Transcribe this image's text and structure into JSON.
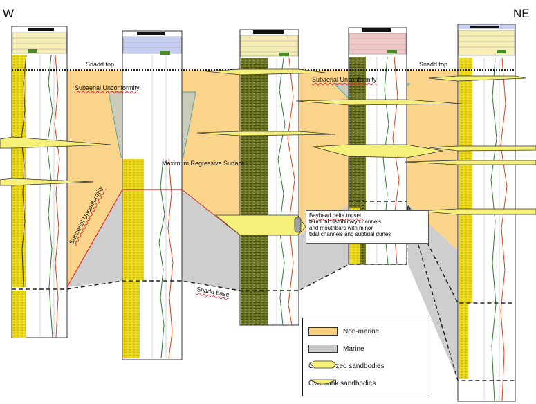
{
  "directions": {
    "west": "W",
    "east": "NE"
  },
  "labels": {
    "snadd_top": "Snadd top",
    "snadd_top_right": "Snadd top",
    "subaerial_unconformity": "Subaerial  Unconformity",
    "subaerial_unconformity_right": "Subaerial  Unconformity",
    "subaerial_unconformity_lower": "Subaerial  Unconformity",
    "max_regressive_surface": "Maximum  Regressive Surface",
    "snadd_base": "Snadd base"
  },
  "callout": {
    "title": "Bayhead delta topset:",
    "line1": "terminal distributary channels",
    "line2": "and mouthbars with minor",
    "line3": "tidal channels and subtidal dunes"
  },
  "legend": {
    "non_marine": "Non-marine",
    "marine": "Marine",
    "channelized": "Channelized sandbodies",
    "overbank": "Overbank sandbodies"
  },
  "colors": {
    "non_marine": "#f8cf7d",
    "marine": "#c9c9c9",
    "sand": "#f5f07a",
    "log_yellow": "#e3cf12",
    "log_dark": "#555a1c",
    "gr_curve": "#2e7d32",
    "res_curve": "#d84315",
    "header_blue": "#c5cdf0",
    "header_pink": "#f1c8c8",
    "header_yellow": "#f7eeb6"
  }
}
